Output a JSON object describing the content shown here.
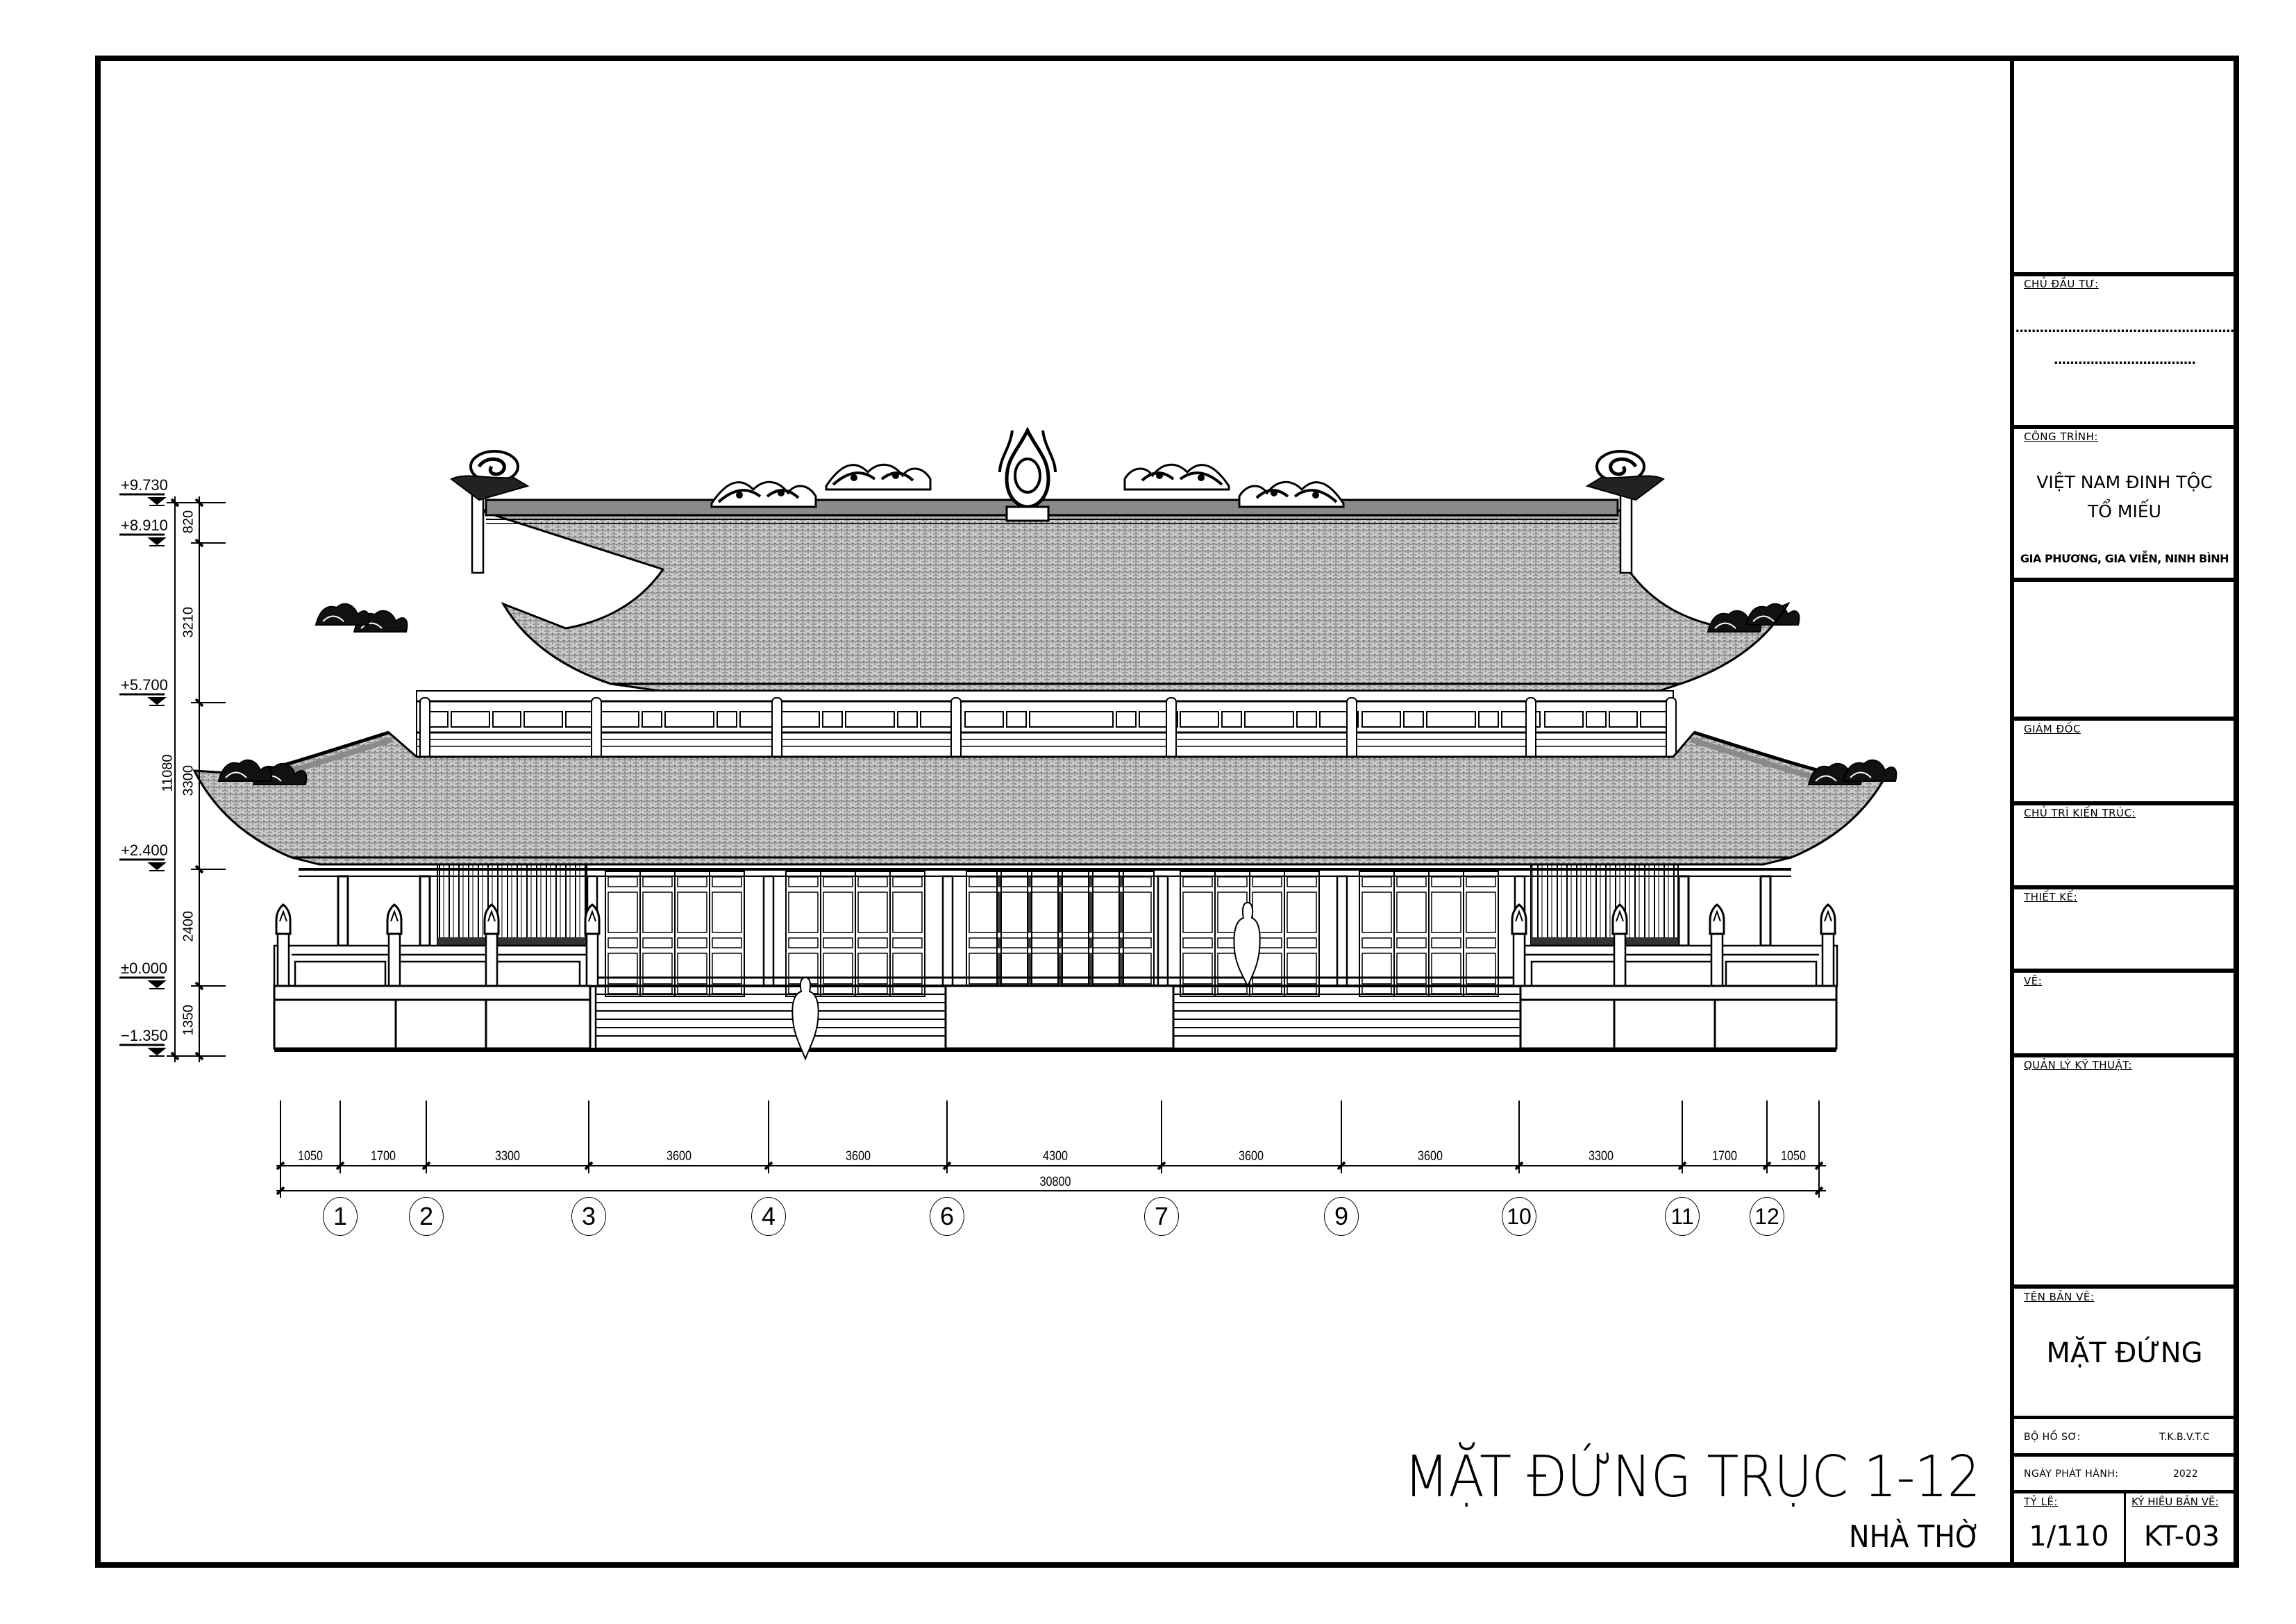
{
  "sheet": {
    "title": "MẶT ĐỨNG TRỤC 1-12",
    "subtitle": "NHÀ THỜ"
  },
  "title_block": {
    "investor_label": "CHỦ ĐẦU TƯ:",
    "investor_line1": "......................................................",
    "investor_line2": "...................................",
    "project_label": "CÔNG TRÌNH:",
    "project_name_line1": "VIỆT NAM ĐINH TỘC",
    "project_name_line2": "TỔ MIẾU",
    "project_location": "GIA PHƯƠNG, GIA VIỄN, NINH BÌNH",
    "director_label": "GIÁM ĐỐC",
    "chief_architect_label": "CHỦ TRÌ KIẾN TRÚC:",
    "designer_label": "THIẾT KẾ:",
    "drafter_label": "VẼ:",
    "technical_manager_label": "QUẢN LÝ KỸ THUẬT:",
    "drawing_name_label": "TÊN BẢN VẼ:",
    "drawing_name": "MẶT ĐỨNG",
    "dossier_label": "BỘ HỒ SƠ:",
    "dossier_value": "T.K.B.V.T.C",
    "issue_date_label": "NGÀY PHÁT HÀNH:",
    "issue_date_value": "2022",
    "scale_label": "TỶ LỆ:",
    "scale_value": "1/110",
    "sheet_code_label": "KÝ HIỆU BẢN VẼ:",
    "sheet_code_value": "KT-03"
  },
  "elevations": {
    "levels": [
      "+9.730",
      "+8.910",
      "+5.700",
      "+2.400",
      "±0.000",
      "−1.350"
    ],
    "segment_dims": [
      "820",
      "3210",
      "3300",
      "2400",
      "1350"
    ],
    "total_dim": "11080"
  },
  "horizontal_dims": {
    "spans": [
      "1050",
      "1700",
      "3300",
      "3600",
      "3600",
      "4300",
      "3600",
      "3600",
      "3300",
      "1700",
      "1050"
    ],
    "total": "30800"
  },
  "axes": [
    "1",
    "2",
    "3",
    "4",
    "6",
    "7",
    "9",
    "10",
    "11",
    "12"
  ],
  "colors": {
    "line": "#000000",
    "roof_tile": "#9a9a9a",
    "background": "#ffffff"
  }
}
